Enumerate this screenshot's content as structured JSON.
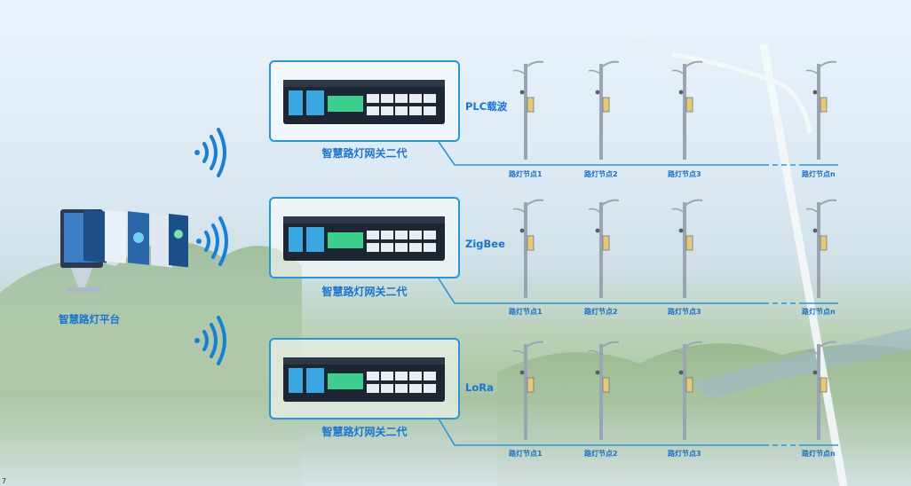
{
  "platform": {
    "label": "智慧路灯平台"
  },
  "gateways": [
    {
      "caption": "智慧路灯网关二代",
      "protocol": "PLC载波",
      "nodes": [
        "路灯节点1",
        "路灯节点2",
        "路灯节点3",
        "路灯节点n"
      ]
    },
    {
      "caption": "智慧路灯网关二代",
      "protocol": "ZigBee",
      "nodes": [
        "路灯节点1",
        "路灯节点2",
        "路灯节点3",
        "路灯节点n"
      ]
    },
    {
      "caption": "智慧路灯网关二代",
      "protocol": "LoRa",
      "nodes": [
        "路灯节点1",
        "路灯节点2",
        "路灯节点3",
        "路灯节点n"
      ]
    }
  ],
  "page_number": "7",
  "colors": {
    "accent": "#1b75d0",
    "line": "#2a96d8",
    "device_body": "#1d2733",
    "terminal_green": "#3ecf8e"
  }
}
